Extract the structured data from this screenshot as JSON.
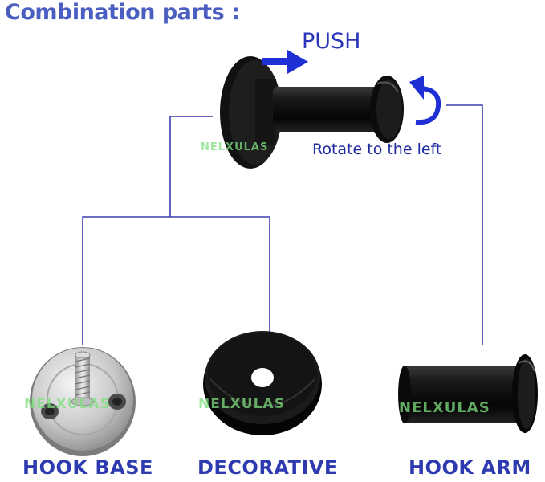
{
  "title": "Combination parts :",
  "annotations": {
    "push": "PUSH",
    "rotate": "Rotate to the left"
  },
  "watermark": "NELXULAS",
  "parts": {
    "base": "HOOK BASE",
    "decorative": "DECORATIVE",
    "arm": "HOOK ARM"
  },
  "colors": {
    "title": "#4a5fc1",
    "connector": "#3a3fb0",
    "arrow": "#1f2fd6",
    "label": "#2e3bb0",
    "watermark": "#7fe07f"
  }
}
